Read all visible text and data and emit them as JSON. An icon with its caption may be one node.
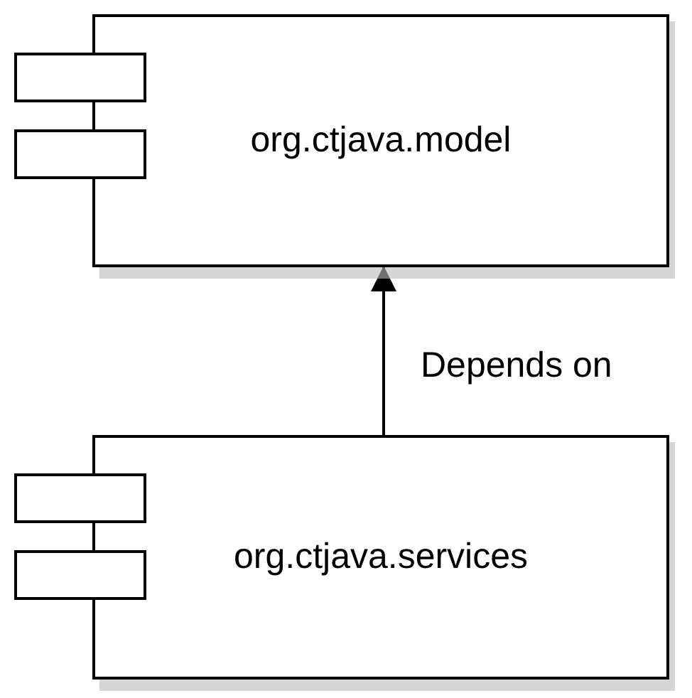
{
  "diagram": {
    "nodes": [
      {
        "text": [
          "org.ctjava.model"
        ]
      },
      {
        "text": [
          "org.ctjava.services"
        ]
      }
    ],
    "edges": [
      {
        "from": 1,
        "to": 0,
        "arrow": "to",
        "label": "Depends on"
      }
    ]
  }
}
